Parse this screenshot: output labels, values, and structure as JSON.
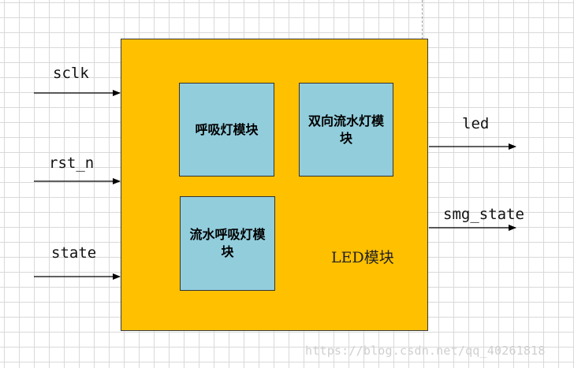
{
  "diagram": {
    "main_block": {
      "label": "LED模块",
      "color": "#ffc000"
    },
    "sub_blocks": [
      {
        "label": "呼吸灯模块",
        "color": "#92cddc"
      },
      {
        "label": "双向流水灯模块",
        "color": "#92cddc"
      },
      {
        "label": "流水呼吸灯模块",
        "color": "#92cddc"
      }
    ],
    "inputs": [
      "sclk",
      "rst_n",
      "state"
    ],
    "outputs": [
      "led",
      "smg_state"
    ]
  },
  "watermark": "https://blog.csdn.net/qq_40261818"
}
